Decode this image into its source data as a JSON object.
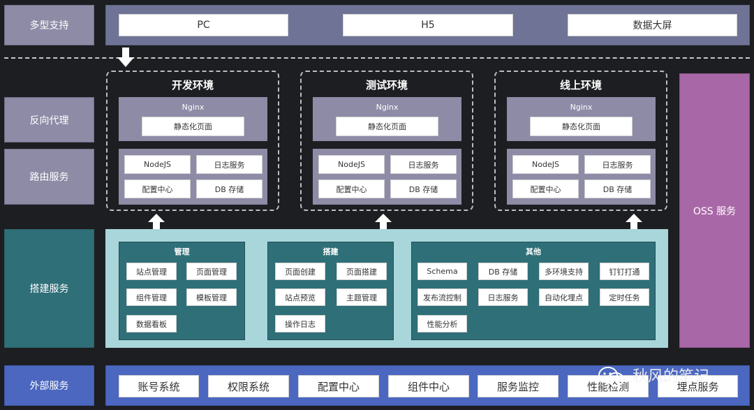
{
  "sidebar": {
    "multi": "多型支持",
    "proxy": "反向代理",
    "route": "路由服务",
    "build": "搭建服务",
    "external": "外部服务"
  },
  "clients": [
    "PC",
    "H5",
    "数据大屏"
  ],
  "environments": [
    {
      "title": "开发环境",
      "nginx": "Nginx",
      "static": "静态化页面",
      "services": [
        "NodeJS",
        "日志服务",
        "配置中心",
        "DB 存储"
      ]
    },
    {
      "title": "测试环境",
      "nginx": "Nginx",
      "static": "静态化页面",
      "services": [
        "NodeJS",
        "日志服务",
        "配置中心",
        "DB 存储"
      ]
    },
    {
      "title": "线上环境",
      "nginx": "Nginx",
      "static": "静态化页面",
      "services": [
        "NodeJS",
        "日志服务",
        "配置中心",
        "DB 存储"
      ]
    }
  ],
  "oss": "OSS 服务",
  "build_panels": {
    "manage": {
      "title": "管理",
      "items": [
        "站点管理",
        "页面管理",
        "组件管理",
        "模板管理",
        "数据看板"
      ]
    },
    "construct": {
      "title": "搭建",
      "items": [
        "页面创建",
        "页面搭建",
        "站点预览",
        "主题管理",
        "操作日志"
      ]
    },
    "other": {
      "title": "其他",
      "items": [
        "Schema",
        "DB 存储",
        "多环境支持",
        "钉钉打通",
        "发布流控制",
        "日志服务",
        "自动化埋点",
        "定时任务",
        "性能分析"
      ]
    }
  },
  "external_services": [
    "账号系统",
    "权限系统",
    "配置中心",
    "组件中心",
    "服务监控",
    "性能检测",
    "埋点服务"
  ],
  "watermark": "秋风的笔记"
}
